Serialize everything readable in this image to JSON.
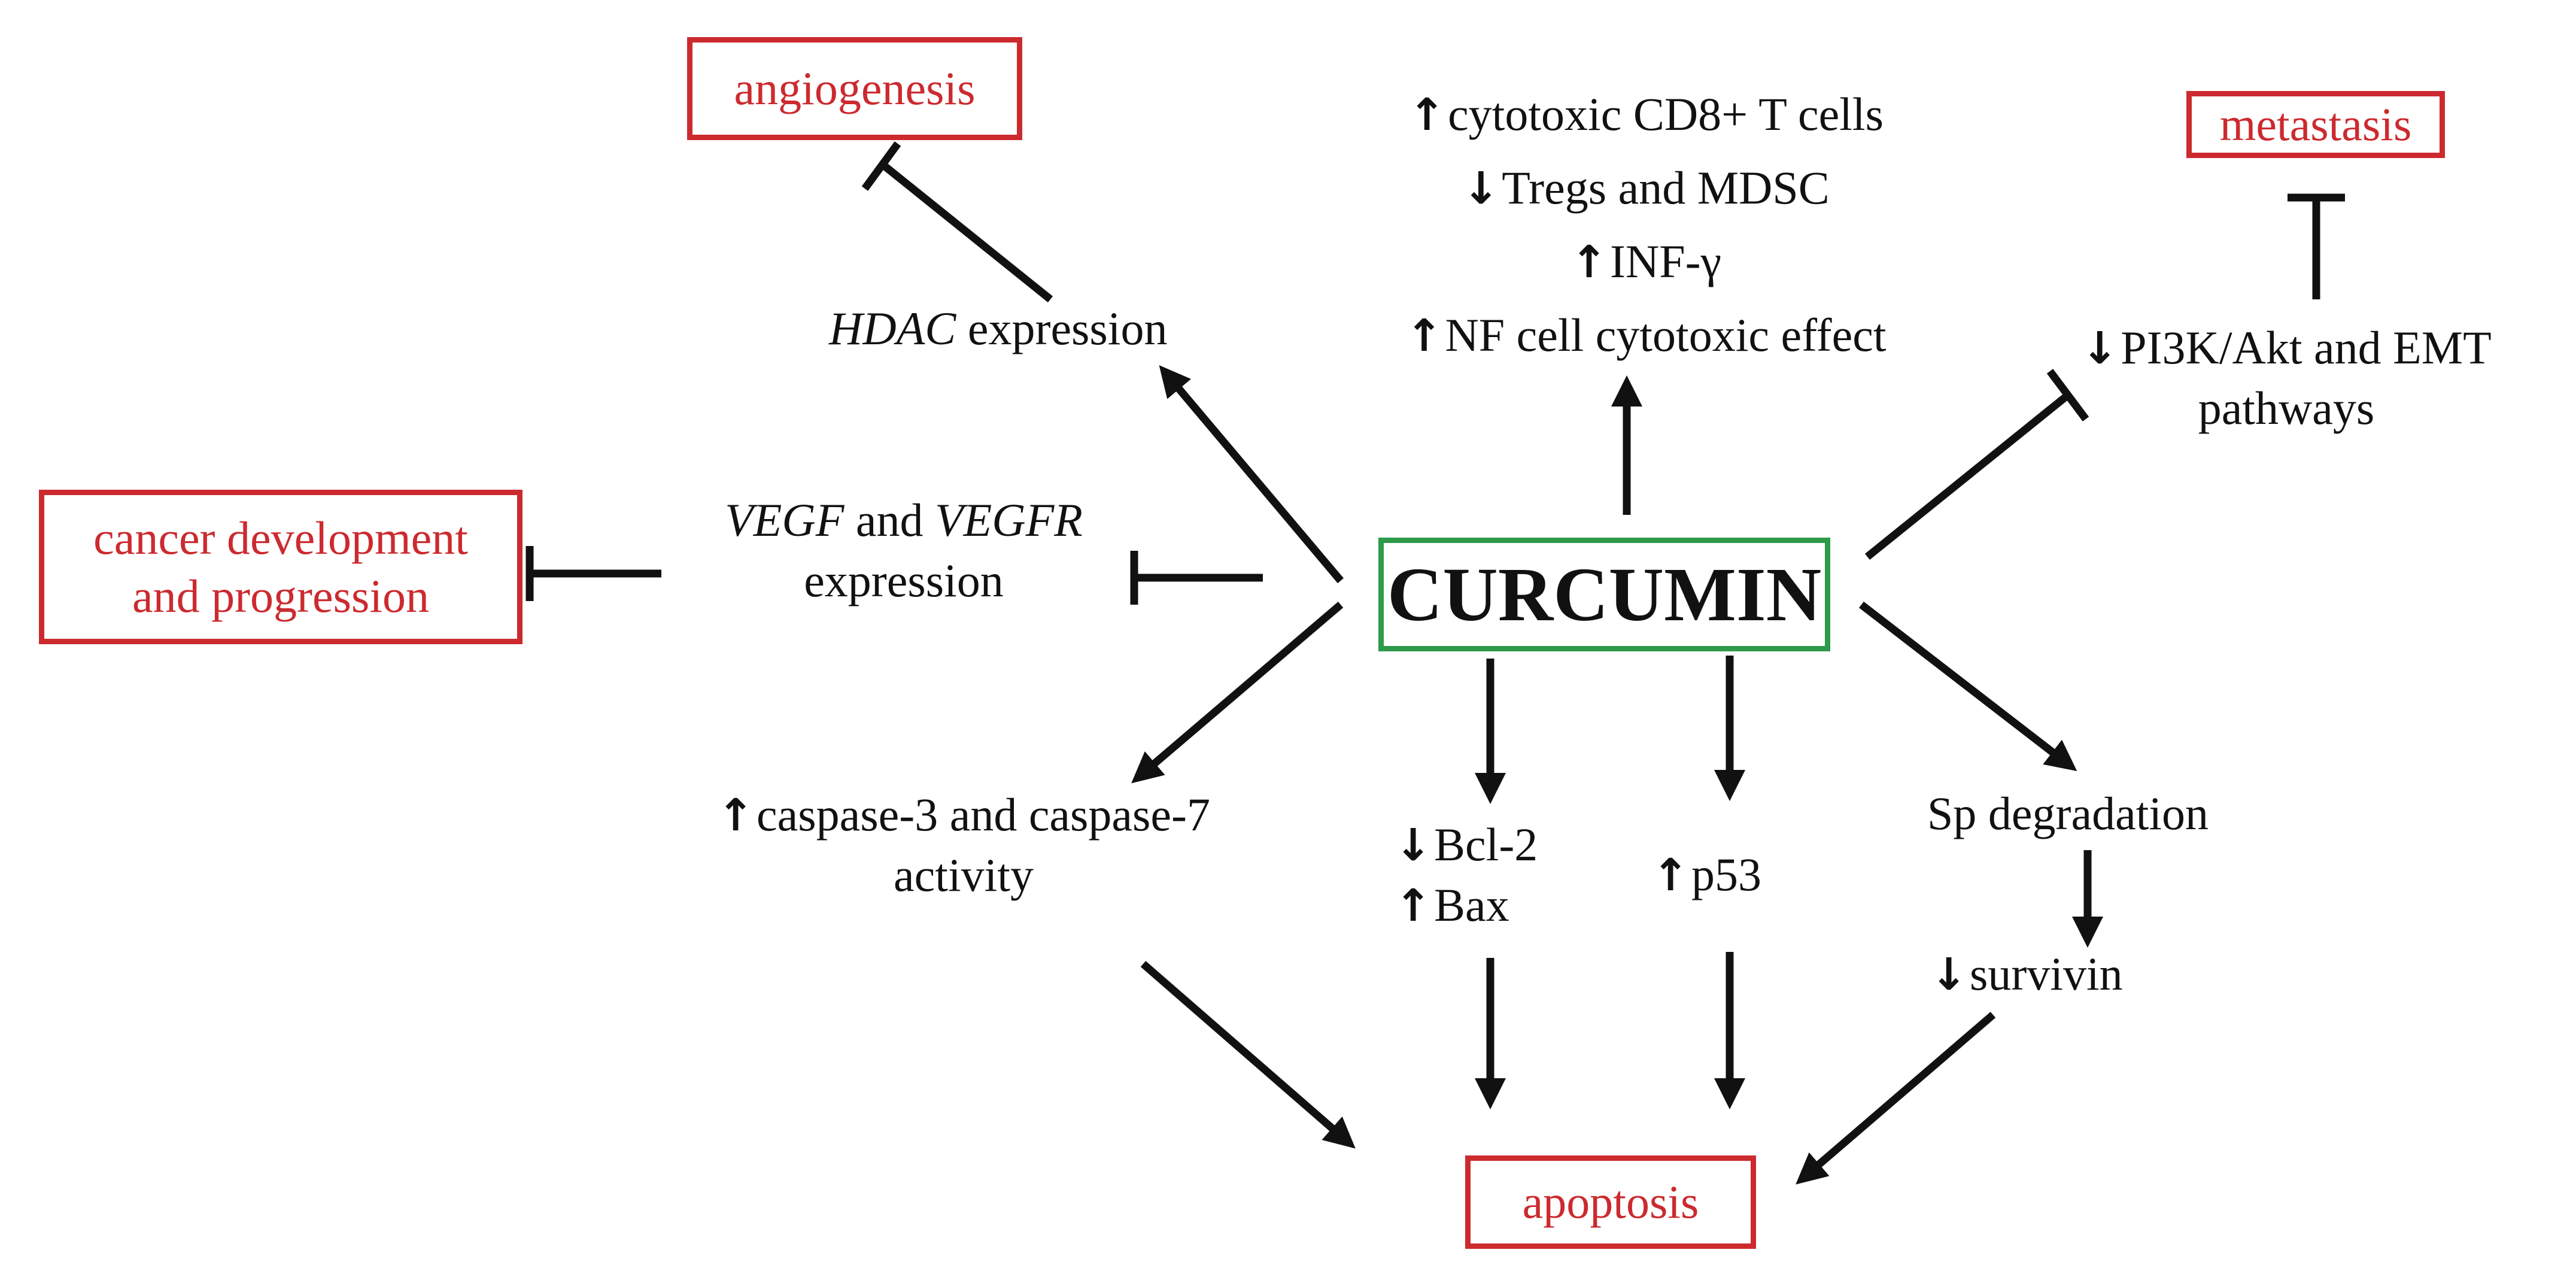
{
  "center": {
    "label": "CURCUMIN"
  },
  "outcomes": {
    "angiogenesis": "angiogenesis",
    "metastasis": "metastasis",
    "cancer_line1": "cancer development",
    "cancer_line2": "and progression",
    "apoptosis": "apoptosis"
  },
  "arrows": {
    "up": "↑",
    "down": "↓"
  },
  "mediators": {
    "hdac_gene": "HDAC",
    "hdac_rest": " expression",
    "vegf_gene": "VEGF",
    "vegf_and": " and ",
    "vegfr_gene": "VEGFR",
    "vegf_line2": "expression",
    "immune_1": "cytotoxic CD8+ T cells",
    "immune_2": "Tregs and MDSC",
    "immune_3": "INF-γ",
    "immune_4": "NF cell cytotoxic effect",
    "pi3k_line1": "PI3K/Akt and EMT",
    "pi3k_line2": "pathways",
    "caspase_line1": "caspase-3 and caspase-7",
    "caspase_line2": "activity",
    "bcl2": "Bcl-2",
    "bax": "Bax",
    "p53": "p53",
    "sp": "Sp degradation",
    "survivin": "survivin"
  },
  "colors": {
    "outcome": "#cc2a2f",
    "center_border": "#2e9a4a",
    "arrow": "#111111"
  }
}
